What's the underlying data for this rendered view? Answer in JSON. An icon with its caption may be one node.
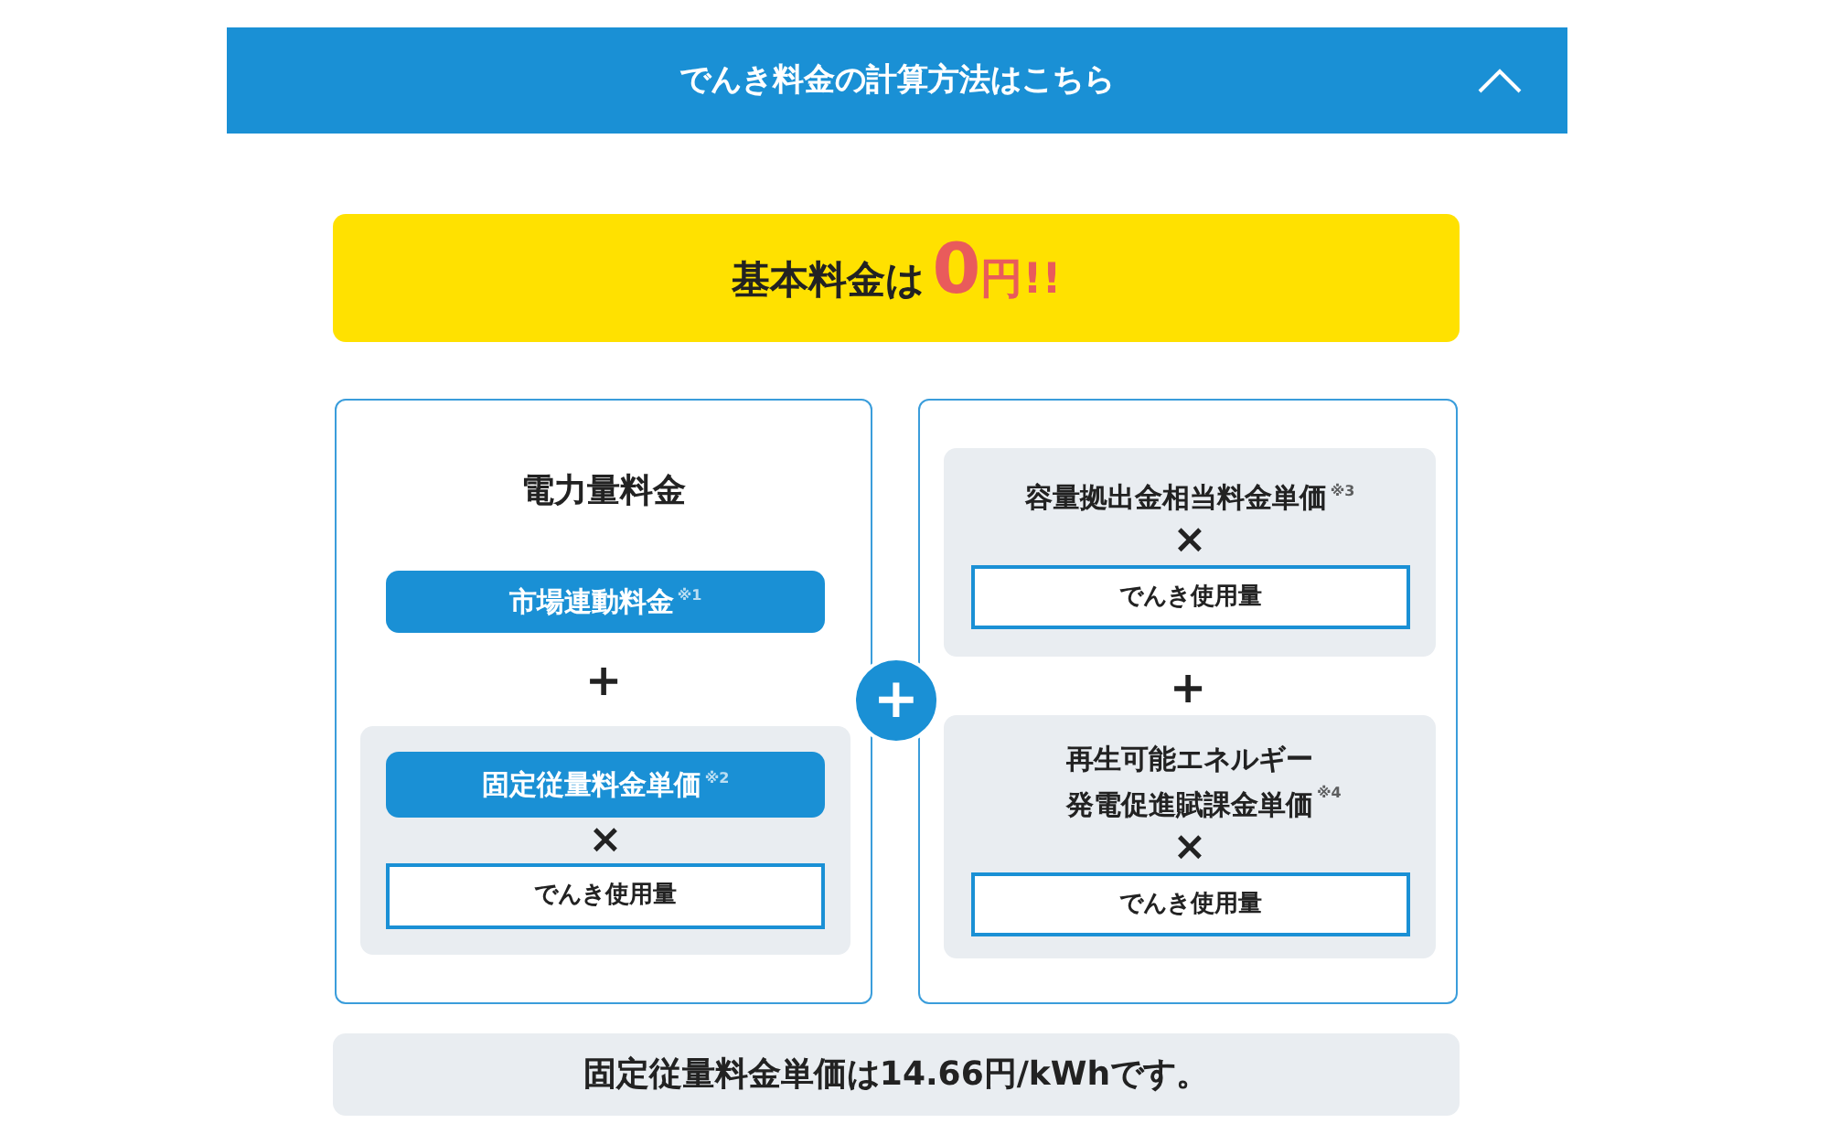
{
  "diagram": {
    "title": "でんき料金の計算方法はこちら",
    "nodes": [
      {
        "text": [
          "基本料金は",
          "0円!!"
        ]
      },
      {
        "text": [
          "電力量料金",
          "+"
        ]
      },
      {
        "text": [
          "市場連動料金$^{※1}$"
        ],
        "in": 1
      },
      {
        "text": [
          "×"
        ],
        "in": 1
      },
      {
        "text": [
          "固定従量料金単価$^{※2}$"
        ],
        "in": 3
      },
      {
        "text": [
          "でんき使用量"
        ],
        "in": 3
      },
      {
        "text": [
          "+"
        ]
      },
      {
        "text": [
          "+"
        ]
      },
      {
        "text": [
          "容量拠出金相当料金単価$^{※3}$",
          "×"
        ],
        "in": 7
      },
      {
        "text": [
          "でんき使用量"
        ],
        "in": 8
      },
      {
        "text": [
          "再生可能エネルギー発電促進賦課金単価$^{※4}$",
          "×"
        ],
        "in": 7
      },
      {
        "text": [
          "でんき使用量"
        ],
        "in": 10
      },
      {
        "text": [
          "固定従量料金単価は14.66円/kWhです。"
        ]
      }
    ]
  }
}
